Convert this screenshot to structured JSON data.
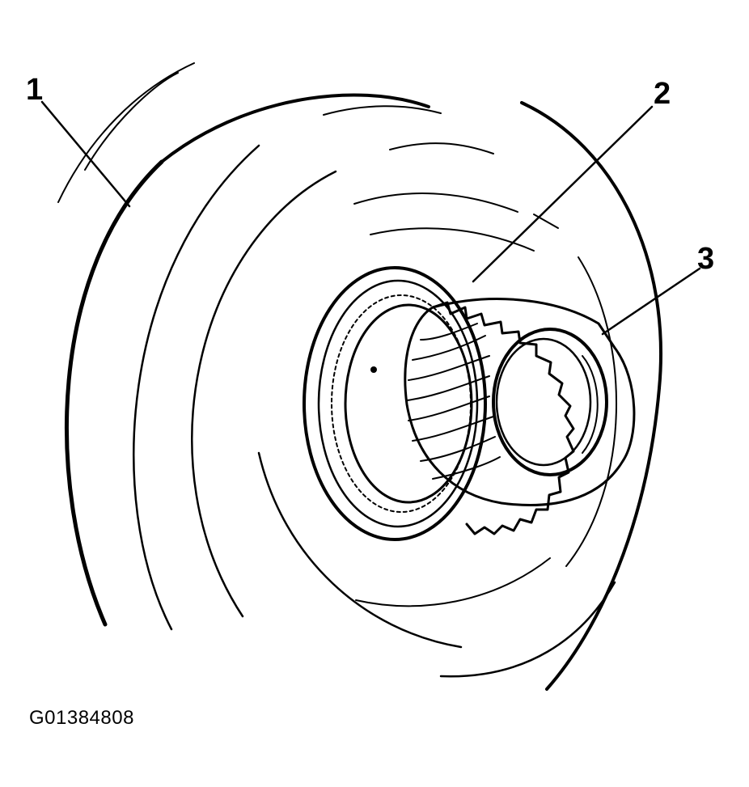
{
  "callouts": [
    {
      "id": "1",
      "label": "1"
    },
    {
      "id": "2",
      "label": "2"
    },
    {
      "id": "3",
      "label": "3"
    }
  ],
  "figure_id": "G01384808",
  "colors": {
    "line": "#000000",
    "background": "#ffffff"
  }
}
